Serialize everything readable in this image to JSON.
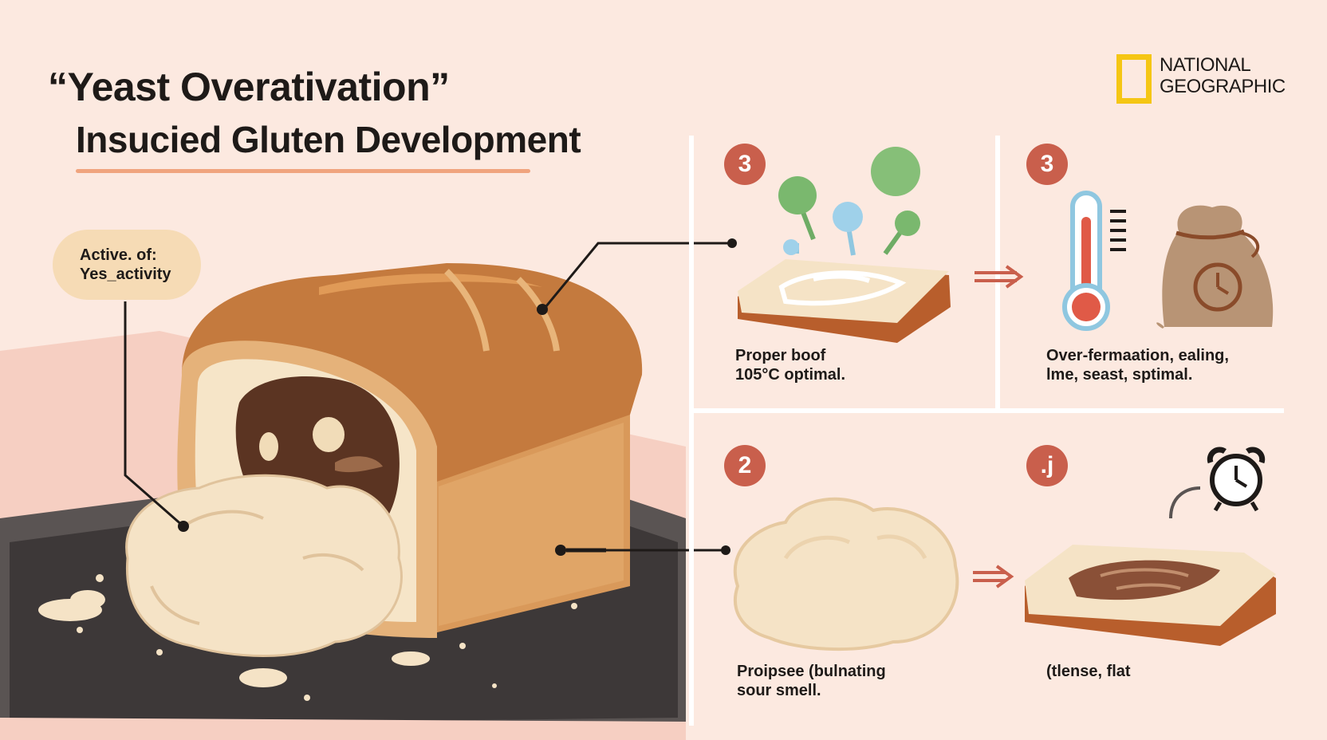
{
  "title": {
    "line1": "“Yeast Overativation”",
    "line2": "Insucied Gluten Development"
  },
  "logo": {
    "line1": "NATIONAL",
    "line2": "GEOGRAPHIC",
    "box_color": "#f5c614"
  },
  "callout": {
    "line1": "Active. of:",
    "line2": "Yes_activity"
  },
  "panels": [
    {
      "badge": "3",
      "caption_line1": "Proper boof",
      "caption_line2": "105°C optimal."
    },
    {
      "badge": "3",
      "caption_line1": "Over-fermaation, ealing,",
      "caption_line2": "lme, seast, sptimal."
    },
    {
      "badge": "2",
      "caption_line1": "Proipsee (bulnating",
      "caption_line2": "sour smell."
    },
    {
      "badge": ".j",
      "caption_line1": "(tlense, flat",
      "caption_line2": ""
    }
  ],
  "colors": {
    "background": "#fce9e0",
    "badge": "#c95f4c",
    "crust": "#c47a3e",
    "dough": "#f5e3c6",
    "title_underline": "#f0a47e"
  }
}
